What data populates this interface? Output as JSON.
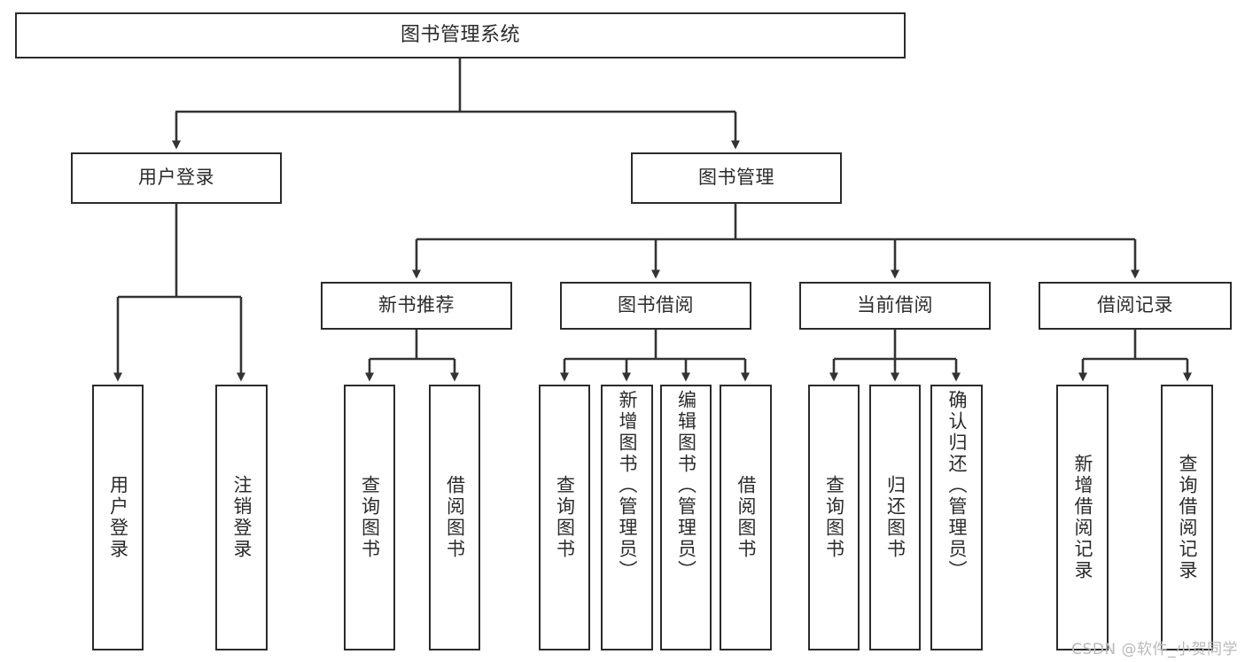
{
  "diagram": {
    "title": "图书管理系统",
    "type": "tree-hierarchy",
    "colors": {
      "box_border": "#2b2b2b",
      "box_fill": "#ffffff",
      "connector": "#333333",
      "text": "#2b2b2b",
      "watermark": "#b9b9b9",
      "background": "#ffffff"
    },
    "root": {
      "label": "图书管理系统"
    },
    "level2": [
      {
        "label": "用户登录"
      },
      {
        "label": "图书管理"
      }
    ],
    "level3": [
      {
        "label": "新书推荐"
      },
      {
        "label": "图书借阅"
      },
      {
        "label": "当前借阅"
      },
      {
        "label": "借阅记录"
      }
    ],
    "leaves": {
      "user_login": [
        {
          "label": "用户登录"
        },
        {
          "label": "注销登录"
        }
      ],
      "new_book_recommend": [
        {
          "label": "查询图书"
        },
        {
          "label": "借阅图书"
        }
      ],
      "book_borrow": [
        {
          "label": "查询图书"
        },
        {
          "label": "新增图书（管理员）"
        },
        {
          "label": "编辑图书（管理员）"
        },
        {
          "label": "借阅图书"
        }
      ],
      "current_borrow": [
        {
          "label": "查询图书"
        },
        {
          "label": "归还图书"
        },
        {
          "label": "确认归还（管理员）"
        }
      ],
      "borrow_record": [
        {
          "label": "新增借阅记录"
        },
        {
          "label": "查询借阅记录"
        }
      ]
    }
  },
  "watermark": {
    "text": "CSDN @软件_小贺同学"
  }
}
